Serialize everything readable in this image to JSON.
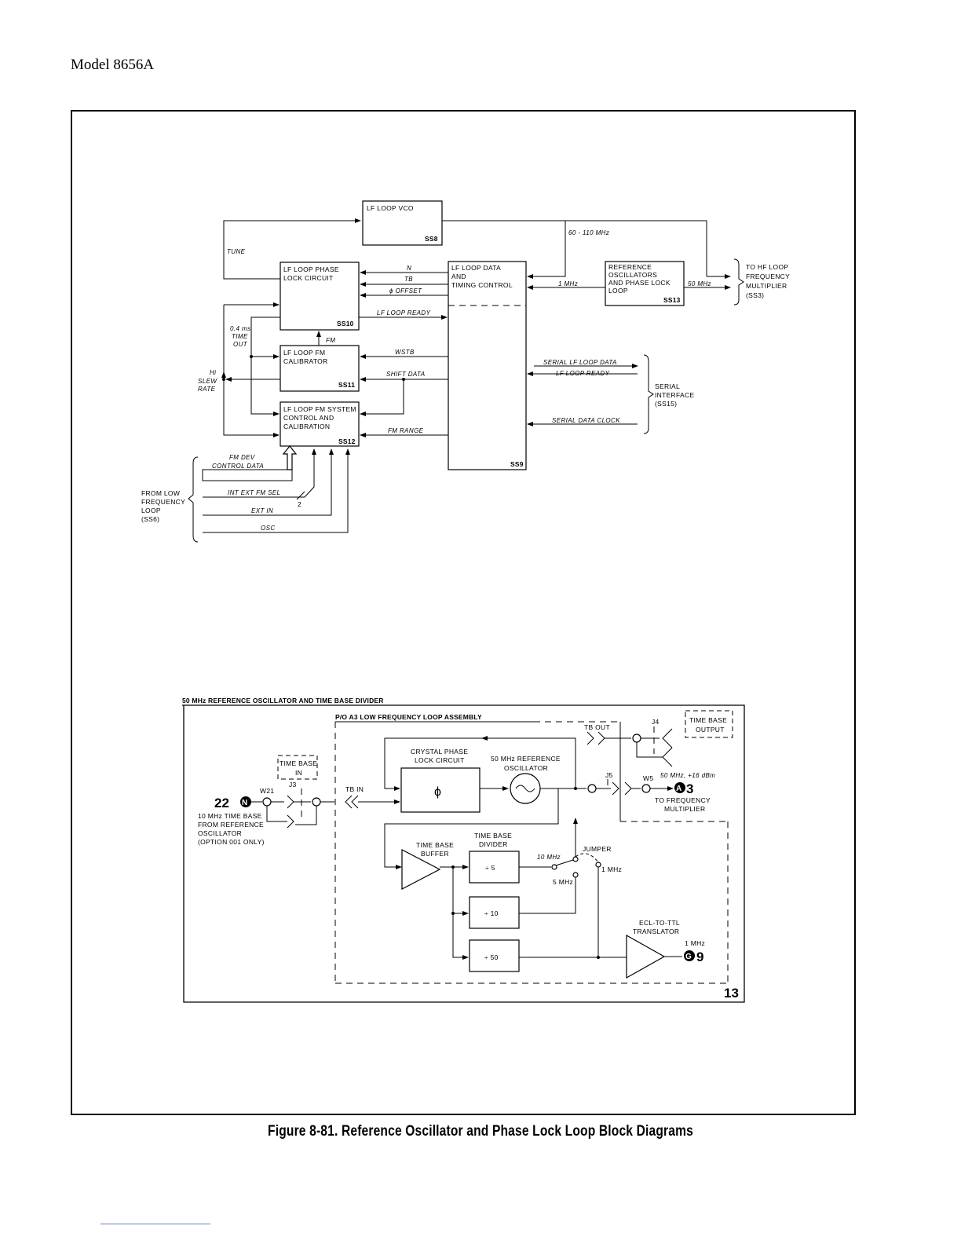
{
  "header": {
    "model": "Model 8656A"
  },
  "caption": "Figure 8-81. Reference Oscillator and Phase Lock Loop Block Diagrams",
  "pll": {
    "blocks": {
      "vco": {
        "label": "LF LOOP VCO",
        "id": "SS8"
      },
      "phase_lock": {
        "line1": "LF LOOP PHASE",
        "line2": "LOCK CIRCUIT",
        "id": "SS10"
      },
      "fm_calibrator": {
        "line1": "LF LOOP FM",
        "line2": "CALIBRATOR",
        "id": "SS11"
      },
      "fm_system": {
        "line1": "LF LOOP FM SYSTEM",
        "line2": "CONTROL AND",
        "line3": "CALIBRATION",
        "id": "SS12"
      },
      "data_timing": {
        "line1": "LF LOOP DATA",
        "line2": "AND",
        "line3": "TIMING CONTROL",
        "id": "SS9"
      },
      "ref_osc": {
        "line1": "REFERENCE",
        "line2": "OSCILLATORS",
        "line3": "AND PHASE LOCK",
        "line4": "LOOP",
        "id": "SS13"
      }
    },
    "signals": {
      "tune": "TUNE",
      "freq_range": "60 - 110 MHz",
      "n": "N",
      "tb": "TB",
      "phi_offset": "ϕ OFFSET",
      "lf_loop_ready": "LF LOOP READY",
      "mhz1": "1 MHz",
      "mhz50": "50 MHz",
      "fm": "FM",
      "wstb": "WSTB",
      "shift_data": "SHIFT DATA",
      "fm_range": "FM RANGE",
      "timeout_1": "0.4 ms",
      "timeout_2": "TIME",
      "timeout_3": "OUT",
      "slew_1": "Hi",
      "slew_2": "SLEW",
      "slew_3": "RATE",
      "serial_lf_loop_data": "SERIAL LF LOOP DATA",
      "serial_lf_loop_ready": "LF LOOP READY",
      "serial_data_clock": "SERIAL DATA CLOCK",
      "fm_dev_1": "FM DEV",
      "fm_dev_2": "CONTROL DATA",
      "int_ext": "INT EXT FM SEL",
      "two": "2",
      "ext_in": "EXT IN",
      "osc": "OSC"
    },
    "to_hf": {
      "line1": "TO HF LOOP",
      "line2": "FREQUENCY",
      "line3": "MULTIPLIER",
      "line4": "(SS3)"
    },
    "serial_interface": {
      "line1": "SERIAL",
      "line2": "INTERFACE",
      "line3": "(SS15)"
    },
    "from_low": {
      "line1": "FROM LOW",
      "line2": "FREQUENCY",
      "line3": "LOOP",
      "line4": "(SS6)"
    }
  },
  "ref": {
    "title": "50 MHz REFERENCE OSCILLATOR AND TIME BASE DIVIDER",
    "assembly": "P/O A3 LOW FREQUENCY LOOP ASSEMBLY",
    "tb_out": "TB OUT",
    "j4": "J4",
    "time_base_output_1": "TIME BASE",
    "time_base_output_2": "OUTPUT",
    "time_base_in_1": "TIME BASE",
    "time_base_in_2": "IN",
    "j3": "J3",
    "w21": "W21",
    "marker_22": "22",
    "marker_22_letter": "N",
    "source_1": "10 MHz TIME BASE",
    "source_2": "FROM REFERENCE",
    "source_3": "OSCILLATOR",
    "source_4": "(OPTION 001 ONLY)",
    "tb_in": "TB IN",
    "crystal_1": "CRYSTAL PHASE",
    "crystal_2": "LOCK CIRCUIT",
    "phi": "ϕ",
    "osc_1": "50 MHz REFERENCE",
    "osc_2": "OSCILLATOR",
    "j5": "J5",
    "w5": "W5",
    "out_level": "50 MHz, +16 dBm",
    "marker_a3_letter": "A",
    "marker_a3_num": "3",
    "to_freq_1": "TO FREQUENCY",
    "to_freq_2": "MULTIPLIER",
    "buffer_1": "TIME BASE",
    "buffer_2": "BUFFER",
    "divider_1": "TIME BASE",
    "divider_2": "DIVIDER",
    "div5": "÷ 5",
    "div10": "÷ 10",
    "div50": "÷ 50",
    "mhz10": "10 MHz",
    "jumper": "JUMPER",
    "mhz1": "1 MHz",
    "mhz5": "5 MHz",
    "ecl_1": "ECL-TO-TTL",
    "ecl_2": "TRANSLATOR",
    "out_1mhz": "1 MHz",
    "marker_g9_letter": "G",
    "marker_g9_num": "9",
    "sheet_number": "13"
  }
}
